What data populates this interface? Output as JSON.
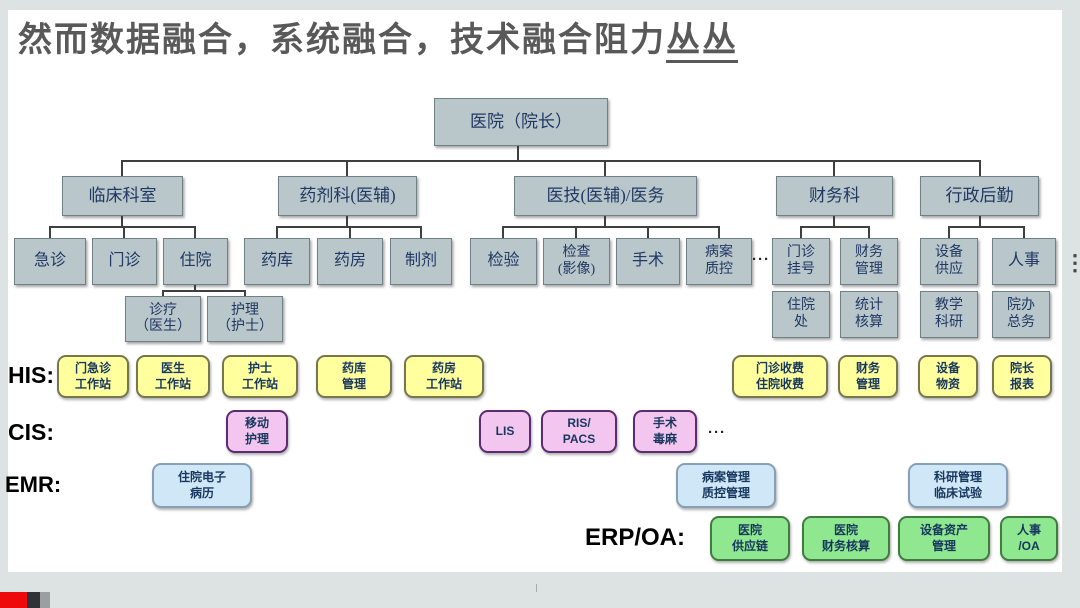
{
  "title": {
    "main": "然而数据融合，系统融合，技术融合阻力",
    "underlined": "丛丛"
  },
  "org": {
    "root": "医院（院长）",
    "departments": [
      "临床科室",
      "药剂科(医辅)",
      "医技(医辅)/医务",
      "财务科",
      "行政后勤"
    ],
    "clinical": [
      "急诊",
      "门诊",
      "住院"
    ],
    "inpatient_sub": [
      "诊疗\n（医生）",
      "护理\n（护士）"
    ],
    "pharmacy": [
      "药库",
      "药房",
      "制剂"
    ],
    "medtech": [
      "检验",
      "检查\n(影像)",
      "手术",
      "病案\n质控"
    ],
    "finance": [
      "门诊\n挂号",
      "财务\n管理",
      "住院\n处",
      "统计\n核算"
    ],
    "admin": [
      "设备\n供应",
      "人事",
      "教学\n科研",
      "院办\n总务"
    ],
    "ellipsis_h": "···",
    "ellipsis_v": "⋮"
  },
  "rows": {
    "his": {
      "label": "HIS:",
      "boxes": [
        "门急诊\n工作站",
        "医生\n工作站",
        "护士\n工作站",
        "药库\n管理",
        "药房\n工作站",
        "门诊收费\n住院收费",
        "财务\n管理",
        "设备\n物资",
        "院长\n报表"
      ]
    },
    "cis": {
      "label": "CIS:",
      "boxes": [
        "移动\n护理",
        "LIS",
        "RIS/\nPACS",
        "手术\n毒麻"
      ],
      "ellipsis": "···"
    },
    "emr": {
      "label": "EMR:",
      "boxes": [
        "住院电子\n病历",
        "病案管理\n质控管理",
        "科研管理\n临床试验"
      ]
    },
    "erp": {
      "label": "ERP/OA:",
      "boxes": [
        "医院\n供应链",
        "医院\n财务核算",
        "设备资产\n管理",
        "人事\n/OA"
      ]
    }
  },
  "colors": {
    "background_gray": "#dde2e2",
    "title_gray": "#595959",
    "org_box_fill": "#b9c6ca",
    "org_box_border": "#6f8184",
    "org_text_navy": "#1f3864",
    "his_yellow": "#ffff9e",
    "cis_pink": "#f3c6ef",
    "emr_blue": "#cfe7f7",
    "erp_green": "#8fe78f",
    "logo_red": "#ee0a0a"
  }
}
